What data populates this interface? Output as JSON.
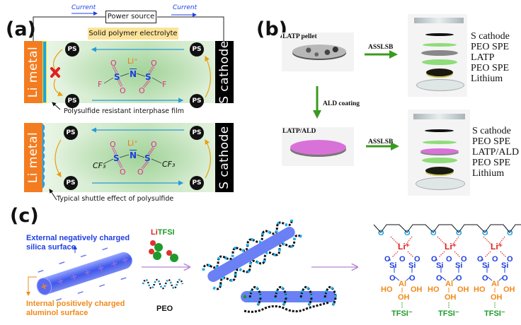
{
  "panels": {
    "a": {
      "label": "(a)",
      "current_left": "Current",
      "current_right": "Current",
      "power_source": "Power source",
      "electrolyte_label": "Solid polymer electrolyte",
      "anode_label": "Li metal",
      "cathode_label": "S cathode",
      "ps_label": "PS",
      "interphase_label": "Polysulfide resistant interphase film",
      "shuttle_label": "Typical shuttle effect of polysulfide",
      "top_salt": {
        "cation": "Li⁺",
        "nitrogen": "N",
        "sulfur": "S",
        "oxygen": "O",
        "end_group": "F"
      },
      "bottom_salt": {
        "cation": "Li⁺",
        "nitrogen": "N",
        "sulfur": "S",
        "oxygen": "O",
        "end_group": "CF₃"
      },
      "colors": {
        "li_metal": "#f47c20",
        "s_cathode": "#000000",
        "interphase": "#1aa3e8",
        "arrow": "#2a9ad6",
        "oxygen": "#e0308a",
        "sulfur": "#1a3ee0",
        "cation": "#f07a10",
        "block_x": "#e02020"
      }
    },
    "b": {
      "label": "(b)",
      "pellet_label": "LATP pellet",
      "coated_label": "LATP/ALD",
      "process_arrow": "ALD coating",
      "assemble_arrow_top": "ASSLSB",
      "assemble_arrow_bottom": "ASSLSB",
      "stack_top": [
        "S cathode",
        "PEO SPE",
        "LATP",
        "PEO SPE",
        "Lithium"
      ],
      "stack_bottom": [
        "S cathode",
        "PEO SPE",
        "LATP/ALD",
        "PEO SPE",
        "Lithium"
      ],
      "colors": {
        "arrow": "#3a9a1e",
        "peo": "#8fdc7a",
        "ald": "#d872d8"
      }
    },
    "c": {
      "label": "(c)",
      "external_label": [
        "External negatively charged",
        "silica surface"
      ],
      "internal_label": [
        "Internal positively charged",
        "aluminol surface"
      ],
      "salt_label_li": "Li",
      "salt_label_rest": "TFSI",
      "polymer_label": "PEO",
      "chem": {
        "cation": "Li⁺",
        "oxygen": "O",
        "silicon": "Si",
        "aluminum": "Al",
        "hydroxyl": "OH",
        "hydroxyl_left": "HO",
        "anion": "TFSI⁻"
      },
      "colors": {
        "external": "#1f3fe0",
        "internal": "#f08a1a",
        "li": "#e02020",
        "tfsi": "#1e9a2a",
        "ether_o": "#1a9fe0",
        "arrow": "#b583d0"
      }
    }
  }
}
